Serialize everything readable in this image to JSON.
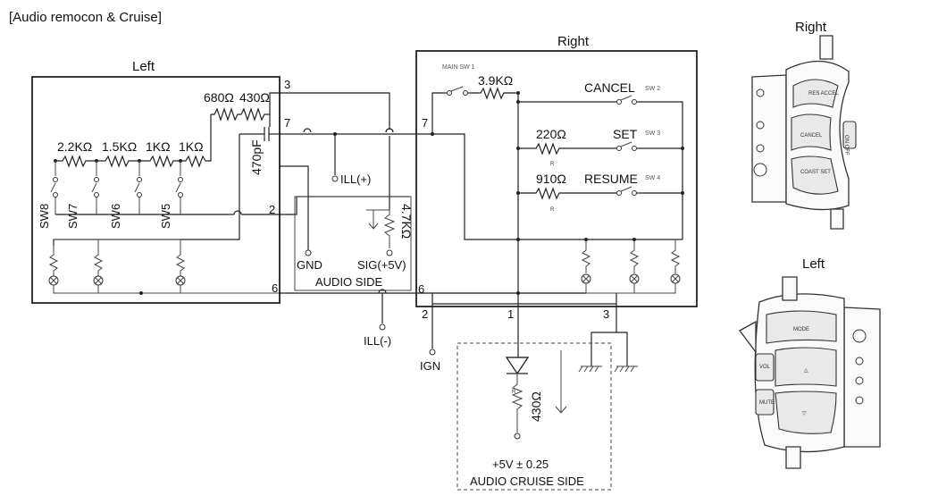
{
  "header": {
    "title": "[Audio remocon & Cruise]"
  },
  "left_unit": {
    "title": "Left",
    "resistors_top": [
      "680Ω",
      "430Ω"
    ],
    "resistors_chain": [
      "2.2KΩ",
      "1.5KΩ",
      "1KΩ",
      "1KΩ"
    ],
    "switches": [
      "SW8",
      "SW7",
      "SW6",
      "SW5"
    ],
    "capacitor": "470pF",
    "pins": {
      "p3": "3",
      "p7": "7",
      "p2": "2",
      "p6": "6"
    }
  },
  "audio_side": {
    "caption": "AUDIO SIDE",
    "ill_plus": "ILL(+)",
    "ill_minus": "ILL(-)",
    "resistor": "4.7KΩ",
    "gnd": "GND",
    "sig": "SIG(+5V)"
  },
  "right_unit": {
    "title": "Right",
    "main_sw": "MAIN SW 1",
    "main_resistor": "3.9KΩ",
    "cancel": {
      "label": "CANCEL",
      "sw": "SW 2"
    },
    "set": {
      "label": "SET",
      "sw": "SW 3",
      "resistor": "220Ω"
    },
    "resume": {
      "label": "RESUME",
      "sw": "SW 4",
      "resistor": "910Ω"
    },
    "r_mark": "R",
    "pins": {
      "p7": "7",
      "p6": "6",
      "p2": "2",
      "p1": "1",
      "p3": "3"
    }
  },
  "ign": "IGN",
  "cruise_side": {
    "caption": "AUDIO CRUISE SIDE",
    "voltage": "+5V ± 0.25",
    "resistor": "430Ω",
    "r_mark": "R"
  },
  "illustrations": {
    "right": {
      "title": "Right",
      "buttons": [
        "RES ACCEL",
        "CANCEL",
        "COAST SET",
        "ON OFF"
      ]
    },
    "left": {
      "title": "Left",
      "buttons": [
        "MODE",
        "VOL",
        "MUTE"
      ]
    }
  }
}
